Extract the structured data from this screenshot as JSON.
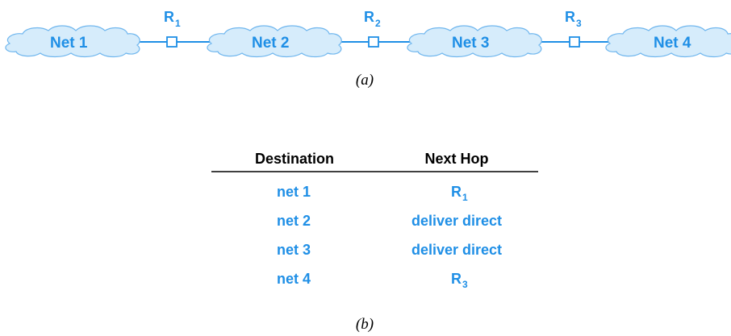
{
  "diagram_a": {
    "networks": [
      {
        "label": "Net 1"
      },
      {
        "label": "Net 2"
      },
      {
        "label": "Net 3"
      },
      {
        "label": "Net 4"
      }
    ],
    "routers": [
      {
        "letter": "R",
        "sub": "1"
      },
      {
        "letter": "R",
        "sub": "2"
      },
      {
        "letter": "R",
        "sub": "3"
      }
    ],
    "caption": "(a)"
  },
  "table_b": {
    "headers": [
      "Destination",
      "Next Hop"
    ],
    "rows": [
      {
        "destination": "net 1",
        "next_hop": "R",
        "next_hop_sub": "1"
      },
      {
        "destination": "net 2",
        "next_hop": "deliver direct",
        "next_hop_sub": ""
      },
      {
        "destination": "net 3",
        "next_hop": "deliver direct",
        "next_hop_sub": ""
      },
      {
        "destination": "net 4",
        "next_hop": "R",
        "next_hop_sub": "3"
      }
    ],
    "caption": "(b)"
  },
  "colors": {
    "accent": "#1f8fe6",
    "cloud_fill": "#d6ecfb",
    "cloud_stroke": "#6fb6ee",
    "text": "#000000"
  }
}
